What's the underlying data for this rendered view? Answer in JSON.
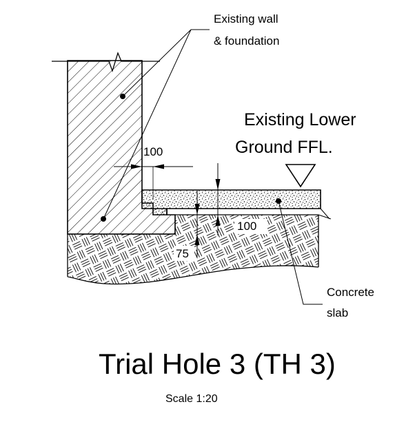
{
  "labels": {
    "wall_line1": "Existing wall",
    "wall_line2": "& foundation",
    "ffl_line1": "Existing Lower",
    "ffl_line2": "Ground FFL.",
    "dim_wall_offset": "100",
    "dim_slab_thickness": "100",
    "dim_step": "75",
    "slab_line1": "Concrete",
    "slab_line2": "slab"
  },
  "title": "Trial Hole 3 (TH 3)",
  "scale": "Scale 1:20"
}
